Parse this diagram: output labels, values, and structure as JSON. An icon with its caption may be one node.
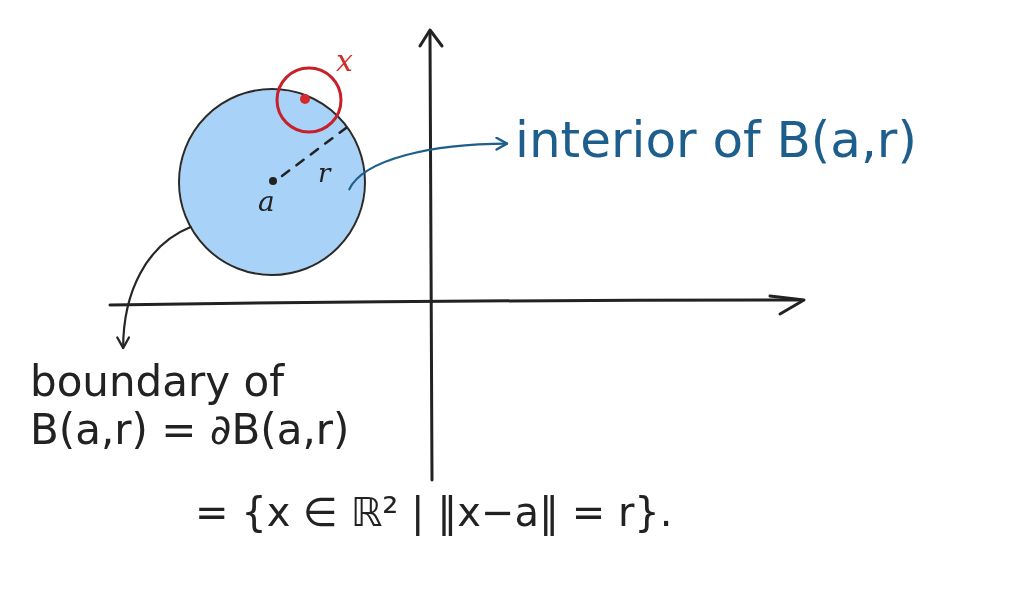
{
  "diagram": {
    "nodes": [
      {
        "text": [],
        "shape": "circle"
      },
      {
        "text": [],
        "shape": "circle"
      },
      {
        "text": [
          "interior of B(a,r)"
        ]
      },
      {
        "text": [
          "boundary of B(a,r) = ∂B(a,r)"
        ]
      }
    ],
    "edges": [
      {
        "from": 0,
        "to": 2,
        "arrow": "to",
        "color": "#1d5e8c"
      },
      {
        "from": 1,
        "to": 3,
        "arrow": "to",
        "color": "#262626"
      }
    ],
    "labels": [
      "x",
      "r",
      "a",
      "= {x ∈ ℝ² | ‖x−a‖ = r}."
    ]
  }
}
